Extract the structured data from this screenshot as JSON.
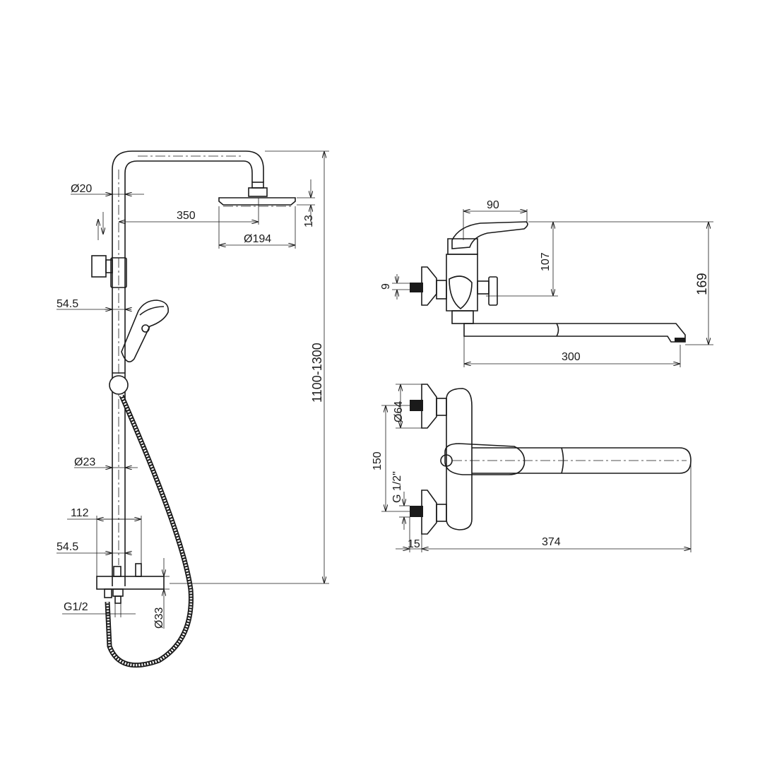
{
  "shower_system": {
    "dims": {
      "pipe_diameter": "Ø20",
      "arm_reach": "350",
      "head_thickness": "13",
      "head_diameter": "Ø194",
      "holder_offset": "54.5",
      "total_height": "1100-1300",
      "rail_diameter": "Ø23",
      "mixer_width": "112",
      "mixer_offset": "54.5",
      "inlet_diameter": "Ø33",
      "inlet_thread": "G1/2"
    }
  },
  "bath_mixer": {
    "side_view": {
      "lever_length": "90",
      "lever_height": "107",
      "total_height": "169",
      "inlet_offset": "9",
      "spout_length": "300"
    },
    "top_view": {
      "flange_diameter": "Ø64",
      "inlet_spacing": "150",
      "inlet_thread": "G 1/2\"",
      "eccentric_offset": "15",
      "total_length": "374"
    }
  }
}
